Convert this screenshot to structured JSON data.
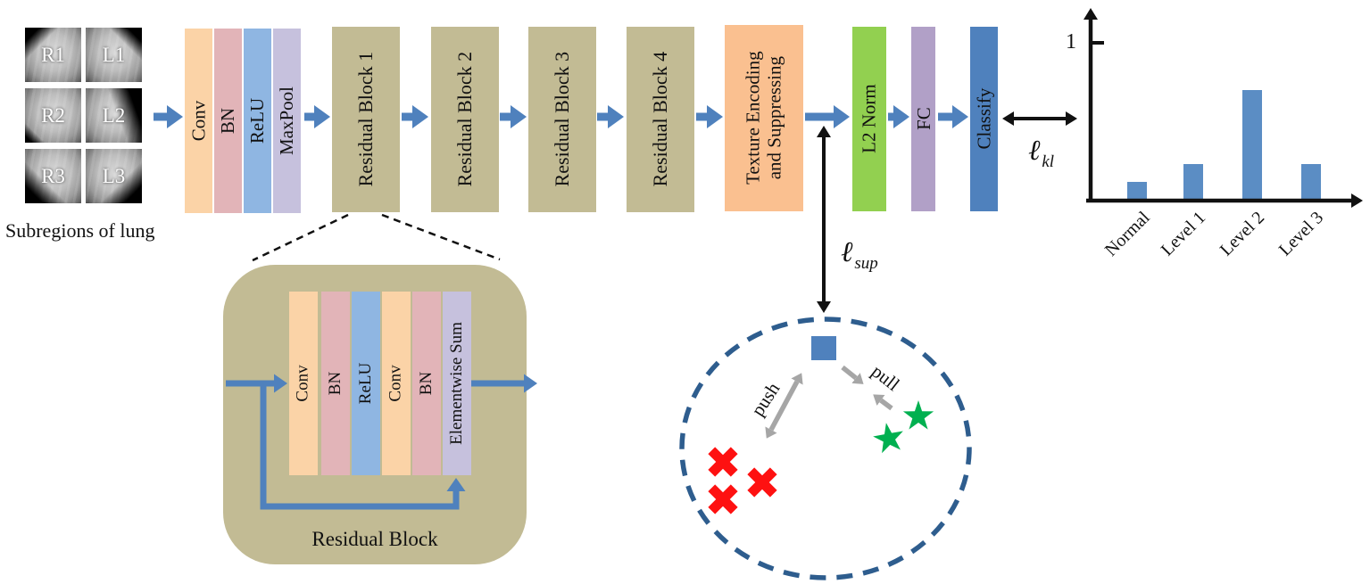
{
  "xray": {
    "caption": "Subregions of lung",
    "tiles": [
      {
        "label": "R1"
      },
      {
        "label": "L1"
      },
      {
        "label": "R2"
      },
      {
        "label": "L2"
      },
      {
        "label": "R3"
      },
      {
        "label": "L3"
      }
    ]
  },
  "pipeline": {
    "stem": [
      {
        "label": "Conv",
        "color": "#fbd3a7"
      },
      {
        "label": "BN",
        "color": "#e2b4b8"
      },
      {
        "label": "ReLU",
        "color": "#8fb6e2"
      },
      {
        "label": "MaxPool",
        "color": "#c6c1dd"
      }
    ],
    "residual_blocks": [
      {
        "label": "Residual Block 1"
      },
      {
        "label": "Residual Block 2"
      },
      {
        "label": "Residual Block 3"
      },
      {
        "label": "Residual Block 4"
      }
    ],
    "texture": {
      "label": "Texture Encoding\nand Suppressing",
      "color": "#fac090"
    },
    "l2norm": {
      "label": "L2 Norm",
      "color": "#92d050"
    },
    "fc": {
      "label": "FC",
      "color": "#b1a0c7"
    },
    "classify": {
      "label": "Classify",
      "color": "#4f81bd"
    }
  },
  "residual_detail": {
    "caption": "Residual Block",
    "layers": [
      {
        "label": "Conv",
        "color": "#fbd3a7"
      },
      {
        "label": "BN",
        "color": "#e2b4b8"
      },
      {
        "label": "ReLU",
        "color": "#8fb6e2"
      },
      {
        "label": "Conv",
        "color": "#fbd3a7"
      },
      {
        "label": "BN",
        "color": "#e2b4b8"
      },
      {
        "label": "Elementwise Sum",
        "color": "#c6c1dd"
      }
    ]
  },
  "losses": {
    "kl": {
      "symbol": "ℓ",
      "sub": "kl"
    },
    "sup": {
      "symbol": "ℓ",
      "sub": "sup"
    }
  },
  "embedding": {
    "push_label": "push",
    "pull_label": "pull",
    "markers": [
      {
        "name": "blue-square-anchor",
        "count": 1,
        "color": "#4f81bd"
      },
      {
        "name": "green-star",
        "count": 2,
        "color": "#00b050"
      },
      {
        "name": "red-cross",
        "count": 3,
        "color": "#fe1111"
      }
    ]
  },
  "chart_data": {
    "type": "bar",
    "categories": [
      "Normal",
      "Level 1",
      "Level 2",
      "Level 3"
    ],
    "values": [
      0.12,
      0.23,
      0.7,
      0.23
    ],
    "title": "",
    "xlabel": "",
    "ylabel": "",
    "ylim": [
      0,
      1
    ],
    "ytick_labels": [
      "1"
    ],
    "grid": "off",
    "legend": "none",
    "bar_color": "#5b8dc4"
  },
  "colors": {
    "tan_block": "#c2bb94",
    "flow_arrow_blue": "#4f81bd",
    "dashed_circle_blue": "#2e5d8e",
    "push_pull_gray": "#a6a6a6",
    "axis_black": "#111111"
  }
}
